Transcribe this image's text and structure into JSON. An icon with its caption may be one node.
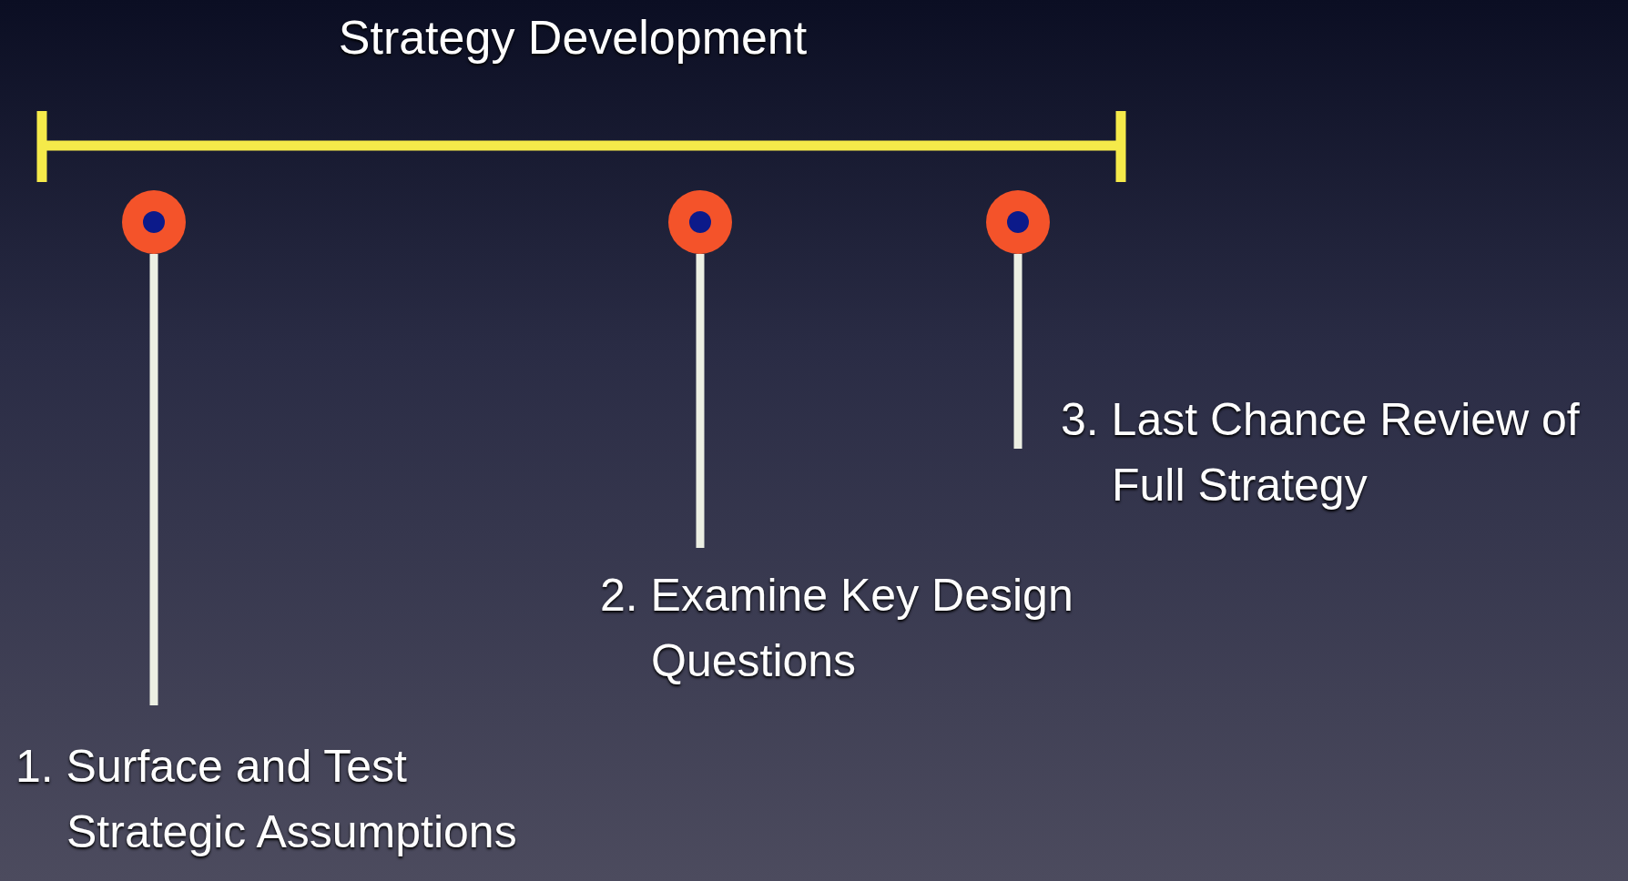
{
  "diagram": {
    "title": "Strategy Development",
    "nodes": [
      {
        "text": [],
        "shape": "circle"
      },
      {
        "text": [],
        "shape": "circle"
      },
      {
        "text": [],
        "shape": "circle"
      },
      {
        "text": [
          "3. Last Chance Review of Full Strategy"
        ]
      },
      {
        "text": [
          "2. Examine Key Design Questions"
        ]
      },
      {
        "text": [
          "1. Surface and Test Strategic Assumptions"
        ]
      }
    ],
    "edges": [
      {
        "from": 5,
        "to": 0,
        "arrow": "none"
      },
      {
        "from": 4,
        "to": 1,
        "arrow": "none"
      },
      {
        "from": 3,
        "to": 2,
        "arrow": "none"
      }
    ]
  }
}
